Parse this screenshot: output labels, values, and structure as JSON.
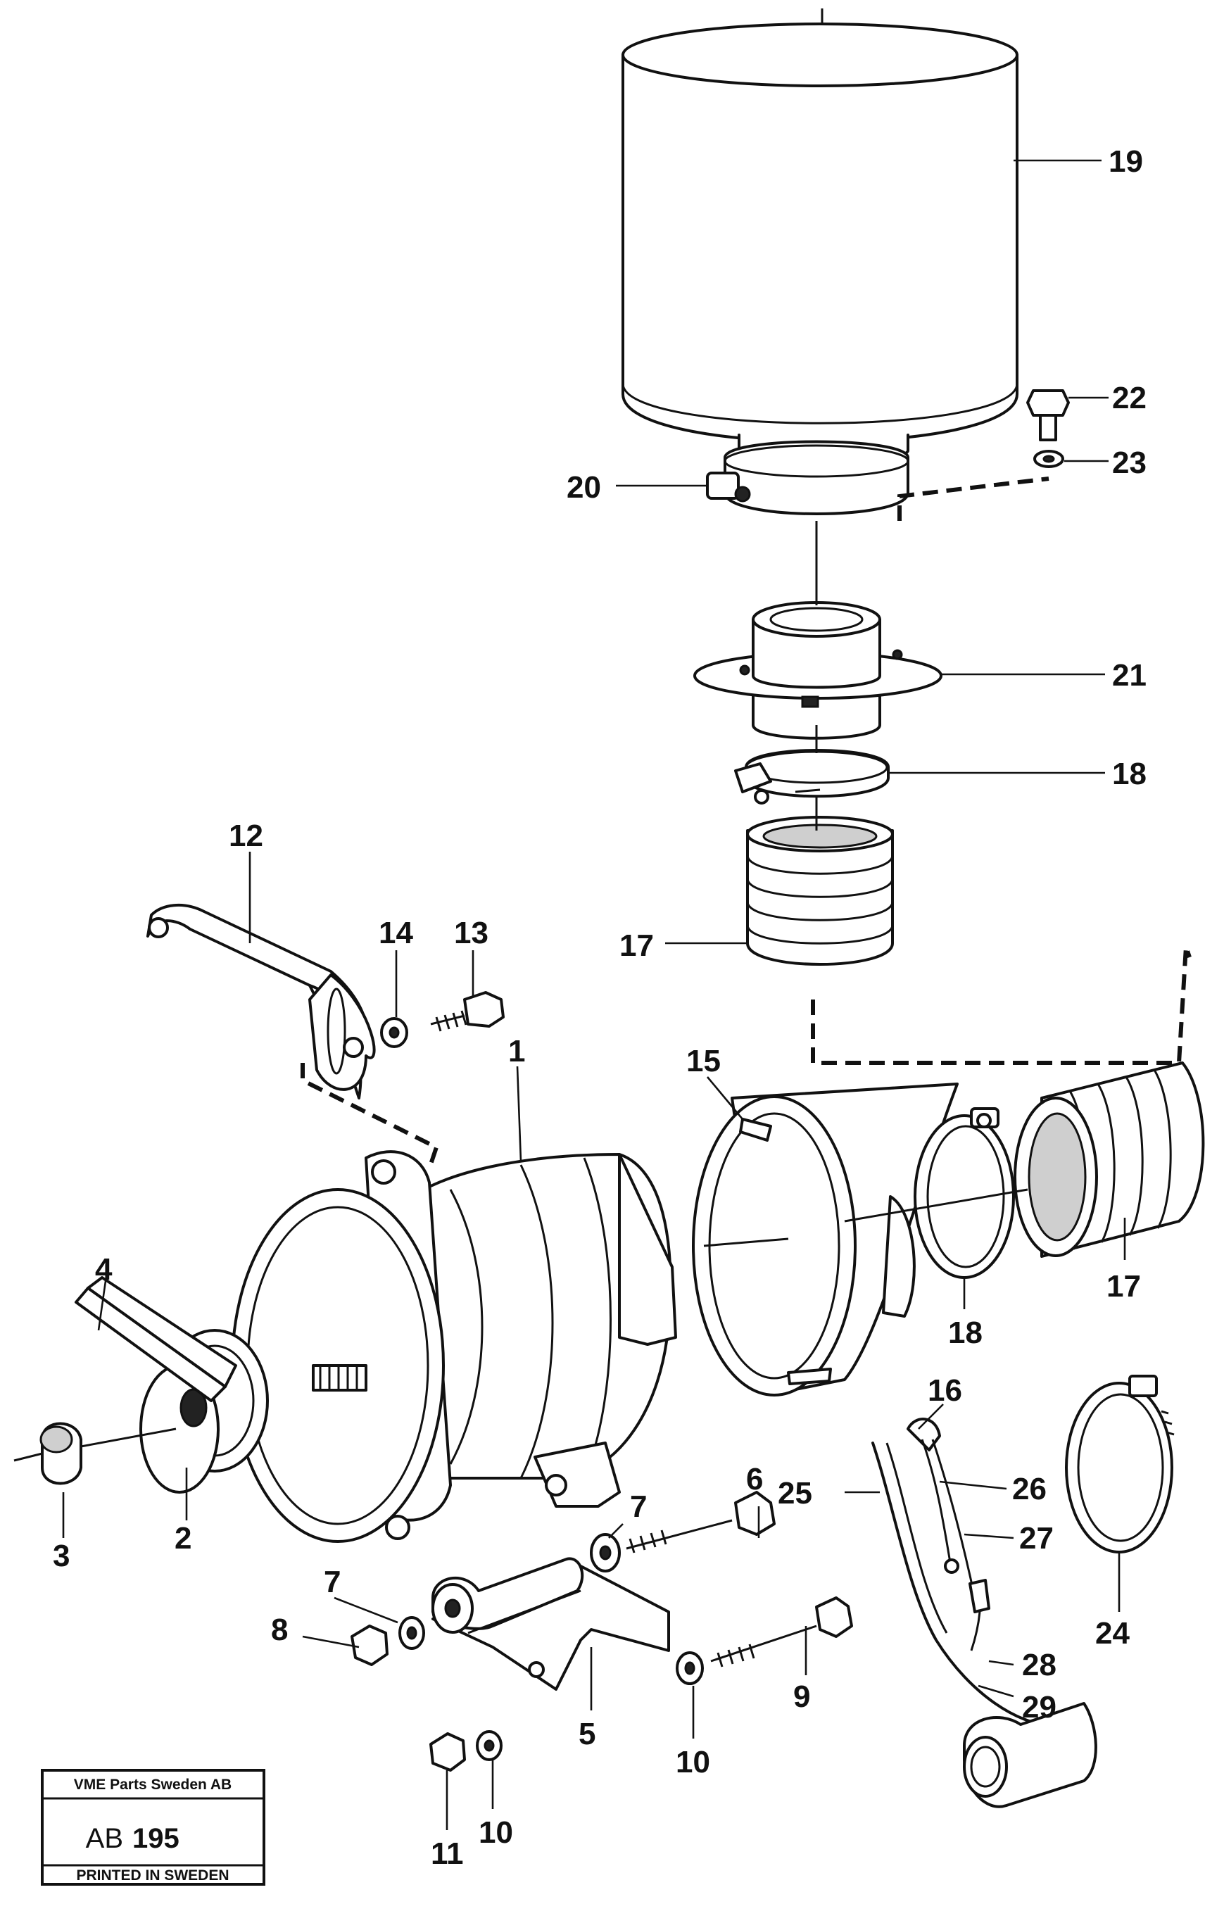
{
  "callouts": {
    "c1": "1",
    "c2": "2",
    "c3": "3",
    "c4": "4",
    "c5": "5",
    "c6": "6",
    "c7a": "7",
    "c7b": "7",
    "c8": "8",
    "c9": "9",
    "c10a": "10",
    "c10b": "10",
    "c11": "11",
    "c12": "12",
    "c13": "13",
    "c14": "14",
    "c15": "15",
    "c16": "16",
    "c17a": "17",
    "c17b": "17",
    "c18a": "18",
    "c18b": "18",
    "c19": "19",
    "c20": "20",
    "c21": "21",
    "c22": "22",
    "c23": "23",
    "c24": "24",
    "c25": "25",
    "c26": "26",
    "c27": "27",
    "c28": "28",
    "c29": "29"
  },
  "stamp": {
    "company": "VME Parts Sweden AB",
    "code_prefix": "AB",
    "code_number": "195",
    "footer": "PRINTED IN SWEDEN"
  }
}
